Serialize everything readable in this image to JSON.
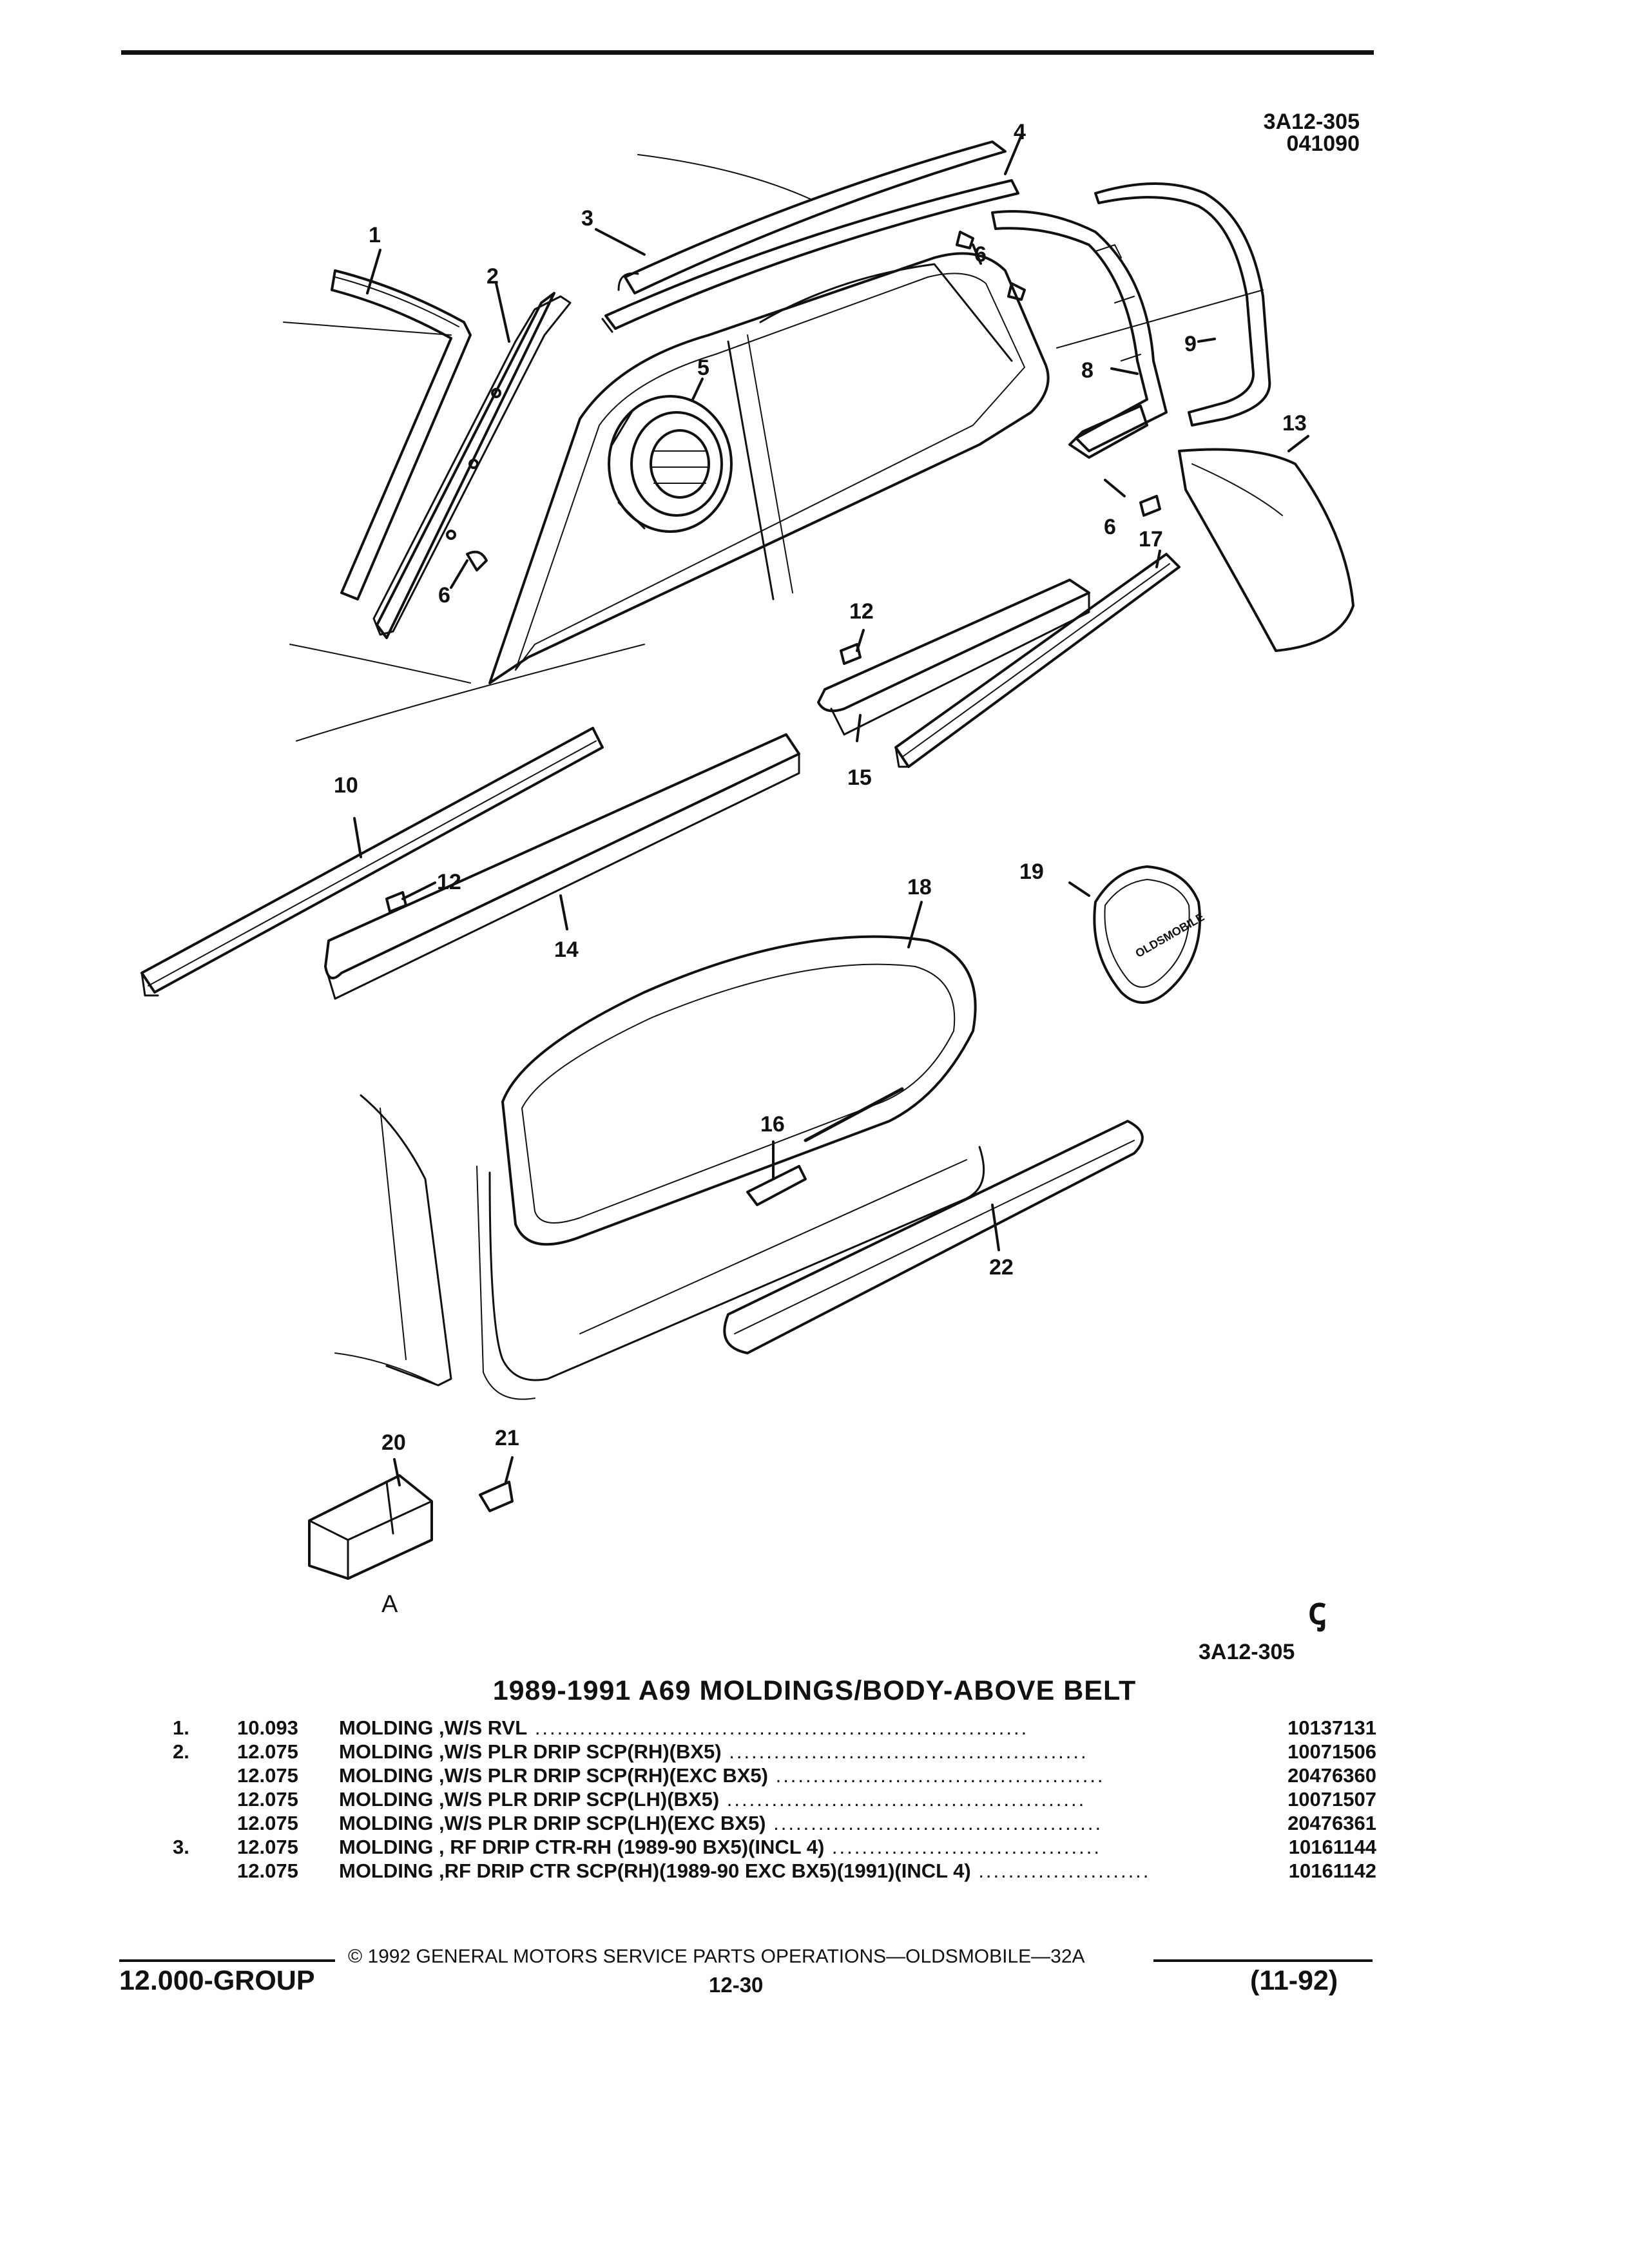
{
  "header": {
    "illustration_code": "3A12-305",
    "illustration_date": "041090"
  },
  "illustration": {
    "callouts": [
      "1",
      "2",
      "3",
      "4",
      "5",
      "6",
      "6",
      "6",
      "8",
      "9",
      "13",
      "17",
      "12",
      "15",
      "10",
      "12",
      "14",
      "18",
      "19",
      "16",
      "22",
      "20",
      "21"
    ],
    "view_label": "A",
    "emblem_text": "OLDSMOBILE",
    "symbol": "ꞔ",
    "bottom_code": "3A12-305"
  },
  "title": "1989-1991 A69 MOLDINGS/BODY-ABOVE BELT",
  "parts": [
    {
      "ref": "1.",
      "group": "10.093",
      "desc": "MOLDING ,W/S RVL",
      "part": "10137131"
    },
    {
      "ref": "2.",
      "group": "12.075",
      "desc": "MOLDING ,W/S PLR DRIP SCP(RH)(BX5)",
      "part": "10071506"
    },
    {
      "ref": "",
      "group": "12.075",
      "desc": "MOLDING ,W/S PLR DRIP SCP(RH)(EXC BX5)",
      "part": "20476360"
    },
    {
      "ref": "",
      "group": "12.075",
      "desc": "MOLDING ,W/S PLR DRIP SCP(LH)(BX5)",
      "part": "10071507"
    },
    {
      "ref": "",
      "group": "12.075",
      "desc": "MOLDING ,W/S PLR DRIP SCP(LH)(EXC BX5)",
      "part": "20476361"
    },
    {
      "ref": "3.",
      "group": "12.075",
      "desc": "MOLDING , RF DRIP CTR-RH (1989-90 BX5)(INCL 4)",
      "part": "10161144"
    },
    {
      "ref": "",
      "group": "12.075",
      "desc": "MOLDING ,RF DRIP CTR SCP(RH)(1989-90 EXC BX5)(1991)(INCL 4)",
      "part": "10161142"
    }
  ],
  "footer": {
    "copyright": "© 1992 GENERAL MOTORS SERVICE PARTS OPERATIONS—OLDSMOBILE—32A",
    "group": "12.000-GROUP",
    "page": "12-30",
    "revision": "(11-92)"
  }
}
